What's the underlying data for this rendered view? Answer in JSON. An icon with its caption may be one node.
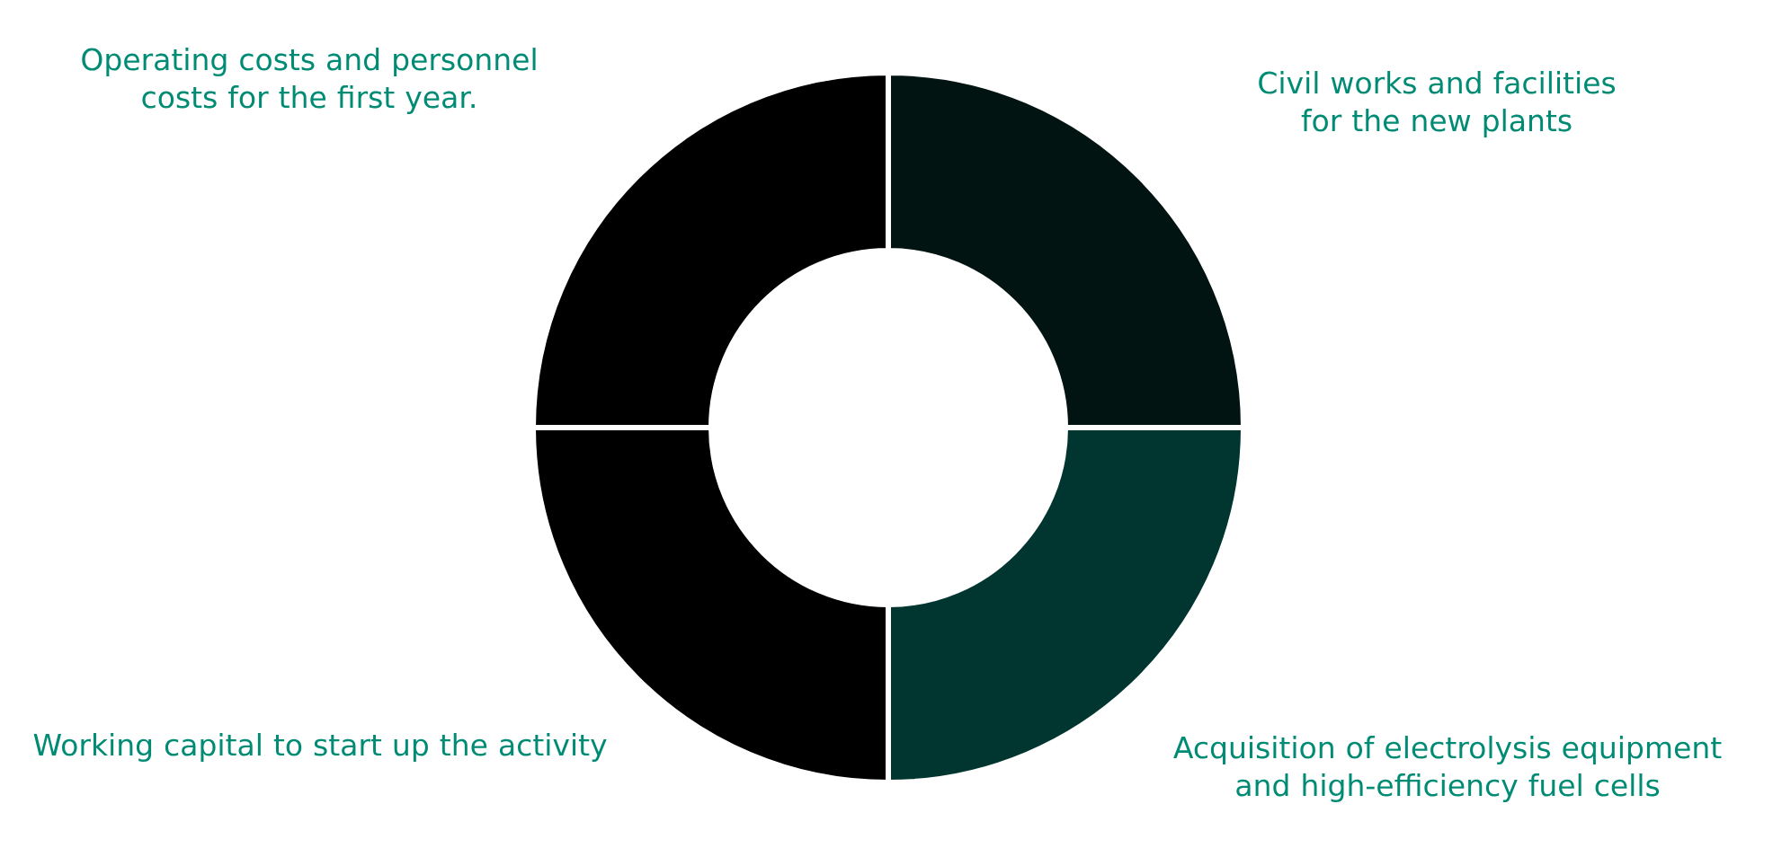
{
  "diagram": {
    "nodes": [
      {
        "text": [
          "Operating costs and personnel costs for the first year."
        ]
      },
      {
        "text": [
          "Civil works and facilities for the new plants"
        ]
      },
      {
        "text": [
          "Working capital to start up the activity"
        ]
      },
      {
        "text": [
          "Acquisition of electrolysis equipment and high-efficiency fuel cells"
        ]
      }
    ]
  }
}
